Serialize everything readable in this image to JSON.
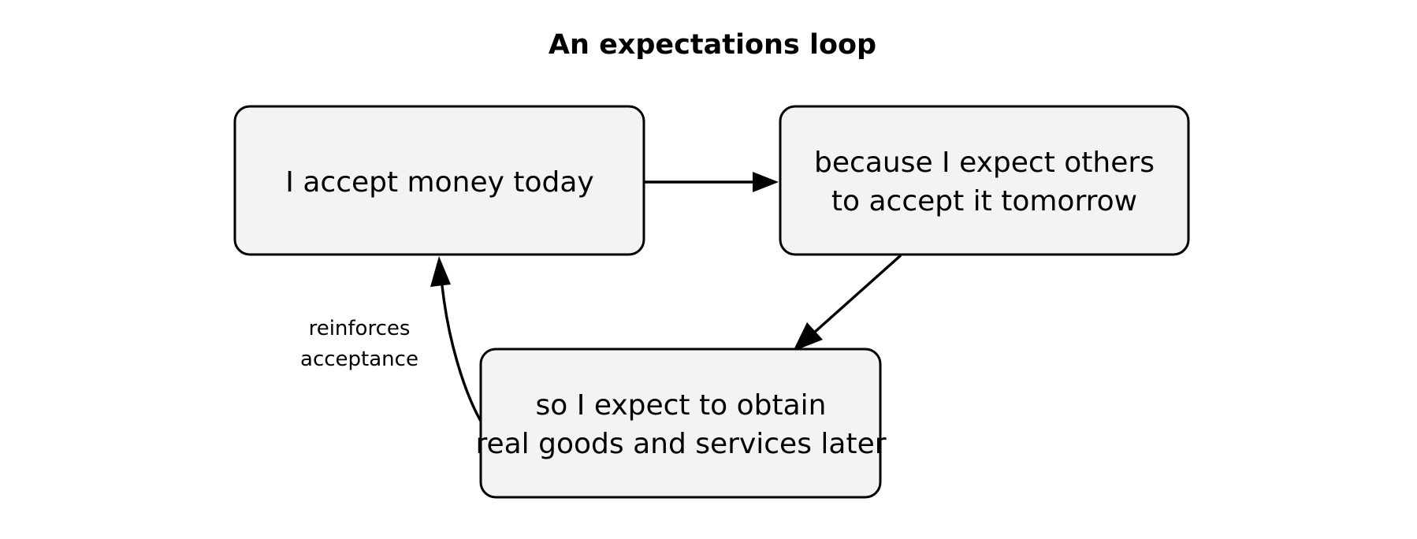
{
  "figure": {
    "title": "An expectations loop",
    "background_color": "#ffffff",
    "node_fill_color": "#f3f3f3",
    "node_stroke_color": "#000000",
    "text_color": "#000000"
  },
  "nodes": [
    {
      "id": "accept-money-today",
      "line1": "I accept money today",
      "line2": ""
    },
    {
      "id": "expect-others-accept",
      "line1": "because I expect others",
      "line2": "to accept it tomorrow"
    },
    {
      "id": "obtain-goods-services",
      "line1": "so I expect to obtain",
      "line2": "real goods and services later"
    }
  ],
  "edges": [
    {
      "id": "accept-to-expect",
      "from": "accept-money-today",
      "to": "expect-others-accept",
      "label": ""
    },
    {
      "id": "expect-to-obtain",
      "from": "expect-others-accept",
      "to": "obtain-goods-services",
      "label": ""
    },
    {
      "id": "obtain-to-accept",
      "from": "obtain-goods-services",
      "to": "accept-money-today",
      "label_line1": "reinforces",
      "label_line2": "acceptance"
    }
  ]
}
